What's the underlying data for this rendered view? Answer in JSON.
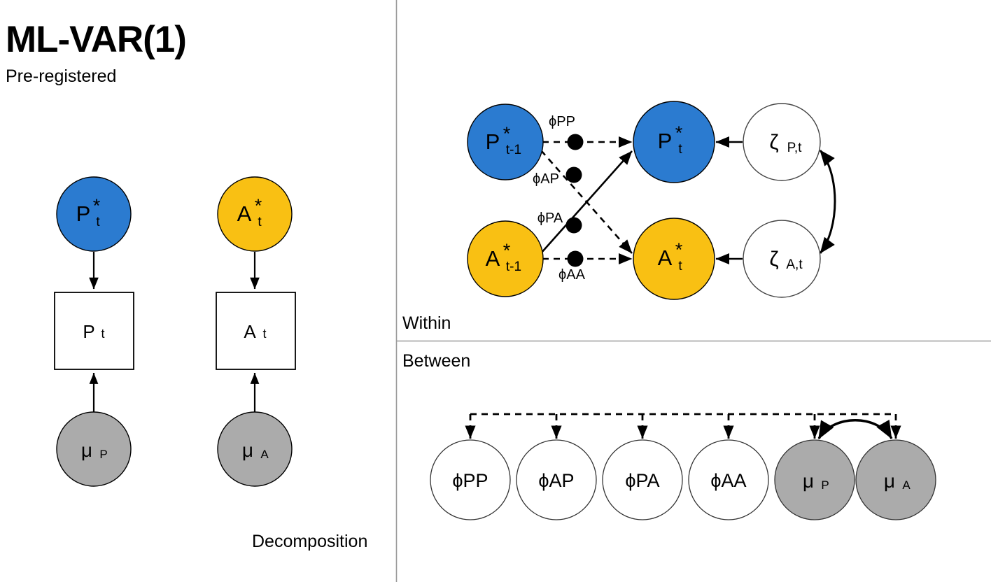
{
  "figure": {
    "title": "ML-VAR(1)",
    "subtitle": "Pre-registered",
    "background_color": "#ffffff",
    "colors": {
      "blue_node": "#2B7BD0",
      "yellow_node": "#F9C013",
      "gray_node": "#ABABAB",
      "white_node": "#ffffff",
      "stroke": "#000000",
      "divider": "#9a9a9a"
    }
  },
  "left_panel": {
    "caption": "Decomposition",
    "columns": [
      {
        "latent_label": "P",
        "latent_star": "*",
        "latent_sub": "t",
        "latent_color": "#2B7BD0",
        "observed_label": "P",
        "observed_sub": "t",
        "mean_label": "μ",
        "mean_sub": "P",
        "mean_color": "#ABABAB"
      },
      {
        "latent_label": "A",
        "latent_star": "*",
        "latent_sub": "t",
        "latent_color": "#F9C013",
        "observed_label": "A",
        "observed_sub": "t",
        "mean_label": "μ",
        "mean_sub": "A",
        "mean_color": "#ABABAB"
      }
    ]
  },
  "within_panel": {
    "caption": "Within",
    "nodes": {
      "p_lag": {
        "label": "P",
        "star": "*",
        "sub": "t-1",
        "color": "#2B7BD0"
      },
      "a_lag": {
        "label": "A",
        "star": "*",
        "sub": "t-1",
        "color": "#F9C013"
      },
      "p_now": {
        "label": "P",
        "star": "*",
        "sub": "t",
        "color": "#2B7BD0"
      },
      "a_now": {
        "label": "A",
        "star": "*",
        "sub": "t",
        "color": "#F9C013"
      },
      "zeta_p": {
        "label": "ζ",
        "sub": "P,t",
        "color": "#ffffff"
      },
      "zeta_a": {
        "label": "ζ",
        "sub": "A,t",
        "color": "#ffffff"
      }
    },
    "paths": [
      {
        "name": "phi-pp",
        "label": "ϕPP",
        "style": "dashed",
        "from": "p_lag",
        "to": "p_now"
      },
      {
        "name": "phi-ap",
        "label": "ϕAP",
        "style": "dashed",
        "from": "p_lag",
        "to": "a_now"
      },
      {
        "name": "phi-pa",
        "label": "ϕPA",
        "style": "solid",
        "from": "a_lag",
        "to": "p_now"
      },
      {
        "name": "phi-aa",
        "label": "ϕAA",
        "style": "dashed",
        "from": "a_lag",
        "to": "a_now"
      }
    ],
    "covariance": {
      "name": "zeta-covariance",
      "style": "solid",
      "double_headed": true
    }
  },
  "between_panel": {
    "caption": "Between",
    "nodes": [
      {
        "label": "ϕPP",
        "color": "#ffffff",
        "subscript": ""
      },
      {
        "label": "ϕAP",
        "color": "#ffffff",
        "subscript": ""
      },
      {
        "label": "ϕPA",
        "color": "#ffffff",
        "subscript": ""
      },
      {
        "label": "ϕAA",
        "color": "#ffffff",
        "subscript": ""
      },
      {
        "label": "μ",
        "color": "#ABABAB",
        "subscript": "P"
      },
      {
        "label": "μ",
        "color": "#ABABAB",
        "subscript": "A"
      }
    ],
    "bus": {
      "name": "random-effects-bus",
      "style": "dashed"
    },
    "covariance": {
      "name": "mu-covariance",
      "style": "solid",
      "double_headed": true
    }
  }
}
